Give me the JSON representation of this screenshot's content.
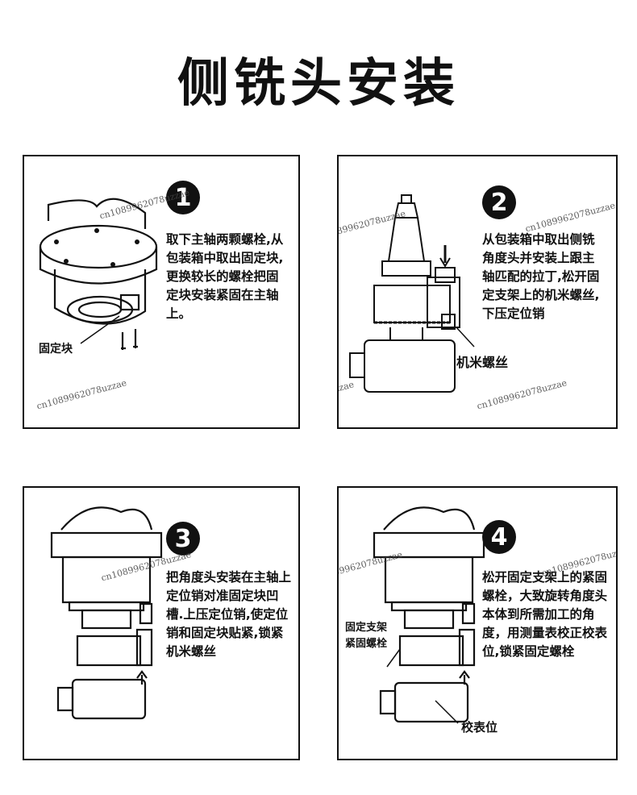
{
  "title": "侧铣头安装",
  "watermark": "cn1089962078uzzae",
  "steps": [
    {
      "number": "1",
      "text": "取下主轴两颗螺栓,从包装箱中取出固定块,更换较长的螺栓把固定块安装紧固在主轴上。",
      "callouts": [
        "固定块"
      ]
    },
    {
      "number": "2",
      "text": "从包装箱中取出侧铣角度头并安装上跟主轴匹配的拉丁,松开固定支架上的机米螺丝, 下压定位销",
      "callouts": [
        "机米螺丝"
      ]
    },
    {
      "number": "3",
      "text": "把角度头安装在主轴上定位销对准固定块凹槽.上压定位销,使定位销和固定块贴紧,锁紧机米螺丝",
      "callouts": []
    },
    {
      "number": "4",
      "text": "松开固定支架上的紧固螺栓，大致旋转角度头本体到所需加工的角度，用测量表校正校表位,锁紧固定螺栓",
      "callouts": [
        "固定支架",
        "紧固螺栓",
        "校表位"
      ]
    }
  ]
}
